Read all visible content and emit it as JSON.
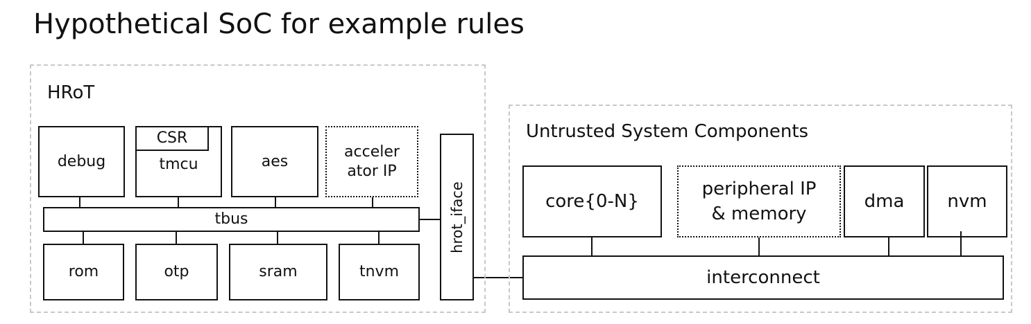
{
  "title": "Hypothetical SoC for example rules",
  "hrot": {
    "label": "HRoT",
    "blocks": {
      "debug": "debug",
      "csr": "CSR",
      "tmcu": "tmcu",
      "aes": "aes",
      "accelerator": "acceler\nator IP",
      "tbus": "tbus",
      "rom": "rom",
      "otp": "otp",
      "sram": "sram",
      "tnvm": "tnvm"
    },
    "iface": "hrot_iface"
  },
  "untrusted": {
    "label": "Untrusted System Components",
    "blocks": {
      "core": "core{0-N}",
      "peripheral": "peripheral IP\n& memory",
      "dma": "dma",
      "nvm": "nvm",
      "interconnect": "interconnect"
    }
  }
}
